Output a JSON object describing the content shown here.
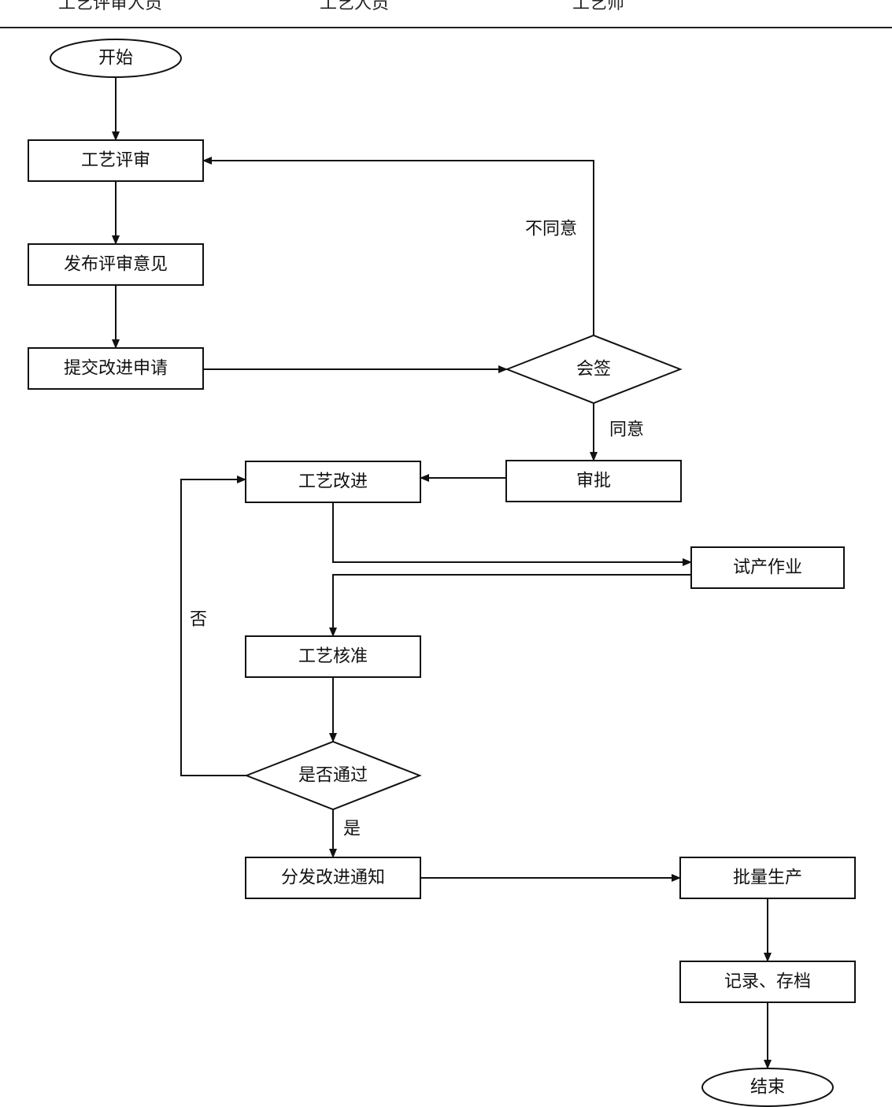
{
  "lanes": [
    {
      "id": "reviewer",
      "label": "工艺评审人员"
    },
    {
      "id": "process_staff",
      "label": "工艺人员"
    },
    {
      "id": "engineer",
      "label": "工艺师"
    },
    {
      "id": "lane4",
      "label": ""
    }
  ],
  "nodes": [
    {
      "id": "start",
      "type": "terminal",
      "label": "开始"
    },
    {
      "id": "review",
      "type": "process",
      "label": "工艺评审"
    },
    {
      "id": "publish",
      "type": "process",
      "label": "发布评审意见"
    },
    {
      "id": "submit",
      "type": "process",
      "label": "提交改进申请"
    },
    {
      "id": "countersign",
      "type": "decision",
      "label": "会签"
    },
    {
      "id": "approve",
      "type": "process",
      "label": "审批"
    },
    {
      "id": "improve",
      "type": "process",
      "label": "工艺改进"
    },
    {
      "id": "trial",
      "type": "process",
      "label": "试产作业"
    },
    {
      "id": "verify",
      "type": "process",
      "label": "工艺核准"
    },
    {
      "id": "pass",
      "type": "decision",
      "label": "是否通过"
    },
    {
      "id": "notify",
      "type": "process",
      "label": "分发改进通知"
    },
    {
      "id": "mass",
      "type": "process",
      "label": "批量生产"
    },
    {
      "id": "record",
      "type": "process",
      "label": "记录、存档"
    },
    {
      "id": "end",
      "type": "terminal",
      "label": "结束"
    }
  ],
  "edges": [
    {
      "id": "e-start-review",
      "from": "start",
      "to": "review",
      "label": ""
    },
    {
      "id": "e-review-publish",
      "from": "review",
      "to": "publish",
      "label": ""
    },
    {
      "id": "e-publish-submit",
      "from": "publish",
      "to": "submit",
      "label": ""
    },
    {
      "id": "e-submit-countersign",
      "from": "submit",
      "to": "countersign",
      "label": ""
    },
    {
      "id": "e-countersign-review",
      "from": "countersign",
      "to": "review",
      "label": "不同意"
    },
    {
      "id": "e-countersign-approve",
      "from": "countersign",
      "to": "approve",
      "label": "同意"
    },
    {
      "id": "e-approve-improve",
      "from": "approve",
      "to": "improve",
      "label": ""
    },
    {
      "id": "e-improve-trial",
      "from": "improve",
      "to": "trial",
      "label": ""
    },
    {
      "id": "e-trial-verify",
      "from": "trial",
      "to": "verify",
      "label": ""
    },
    {
      "id": "e-verify-pass",
      "from": "verify",
      "to": "pass",
      "label": ""
    },
    {
      "id": "e-pass-improve",
      "from": "pass",
      "to": "improve",
      "label": "否"
    },
    {
      "id": "e-pass-notify",
      "from": "pass",
      "to": "notify",
      "label": "是"
    },
    {
      "id": "e-notify-mass",
      "from": "notify",
      "to": "mass",
      "label": ""
    },
    {
      "id": "e-mass-record",
      "from": "mass",
      "to": "record",
      "label": ""
    },
    {
      "id": "e-record-end",
      "from": "record",
      "to": "end",
      "label": ""
    }
  ]
}
